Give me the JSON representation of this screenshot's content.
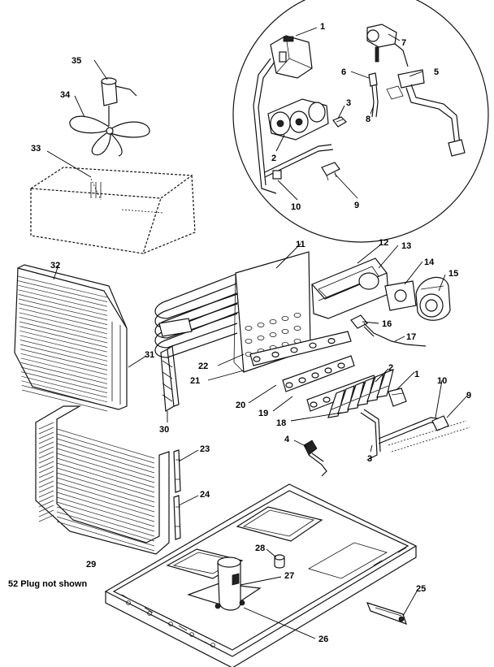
{
  "note": "52 Plug not shown",
  "callouts": [
    {
      "id": "c1",
      "text": "1"
    },
    {
      "id": "c7",
      "text": "7"
    },
    {
      "id": "c6",
      "text": "6"
    },
    {
      "id": "c5",
      "text": "5"
    },
    {
      "id": "c3",
      "text": "3"
    },
    {
      "id": "c8",
      "text": "8"
    },
    {
      "id": "c2",
      "text": "2"
    },
    {
      "id": "c10",
      "text": "10"
    },
    {
      "id": "c9",
      "text": "9"
    },
    {
      "id": "c35",
      "text": "35"
    },
    {
      "id": "c34",
      "text": "34"
    },
    {
      "id": "c33",
      "text": "33"
    },
    {
      "id": "c11",
      "text": "11"
    },
    {
      "id": "c12",
      "text": "12"
    },
    {
      "id": "c13",
      "text": "13"
    },
    {
      "id": "c14",
      "text": "14"
    },
    {
      "id": "c15",
      "text": "15"
    },
    {
      "id": "c32",
      "text": "32"
    },
    {
      "id": "c16",
      "text": "16"
    },
    {
      "id": "c17",
      "text": "17"
    },
    {
      "id": "c22",
      "text": "22"
    },
    {
      "id": "c21",
      "text": "21"
    },
    {
      "id": "c31",
      "text": "31"
    },
    {
      "id": "c20",
      "text": "20"
    },
    {
      "id": "c19",
      "text": "19"
    },
    {
      "id": "c2b",
      "text": "2"
    },
    {
      "id": "c1b",
      "text": "1"
    },
    {
      "id": "c10b",
      "text": "10"
    },
    {
      "id": "c9b",
      "text": "9"
    },
    {
      "id": "c18",
      "text": "18"
    },
    {
      "id": "c30",
      "text": "30"
    },
    {
      "id": "c4",
      "text": "4"
    },
    {
      "id": "c3b",
      "text": "3"
    },
    {
      "id": "c23",
      "text": "23"
    },
    {
      "id": "c24",
      "text": "24"
    },
    {
      "id": "c28",
      "text": "28"
    },
    {
      "id": "c29",
      "text": "29"
    },
    {
      "id": "c27",
      "text": "27"
    },
    {
      "id": "c25",
      "text": "25"
    },
    {
      "id": "c26",
      "text": "26"
    }
  ]
}
